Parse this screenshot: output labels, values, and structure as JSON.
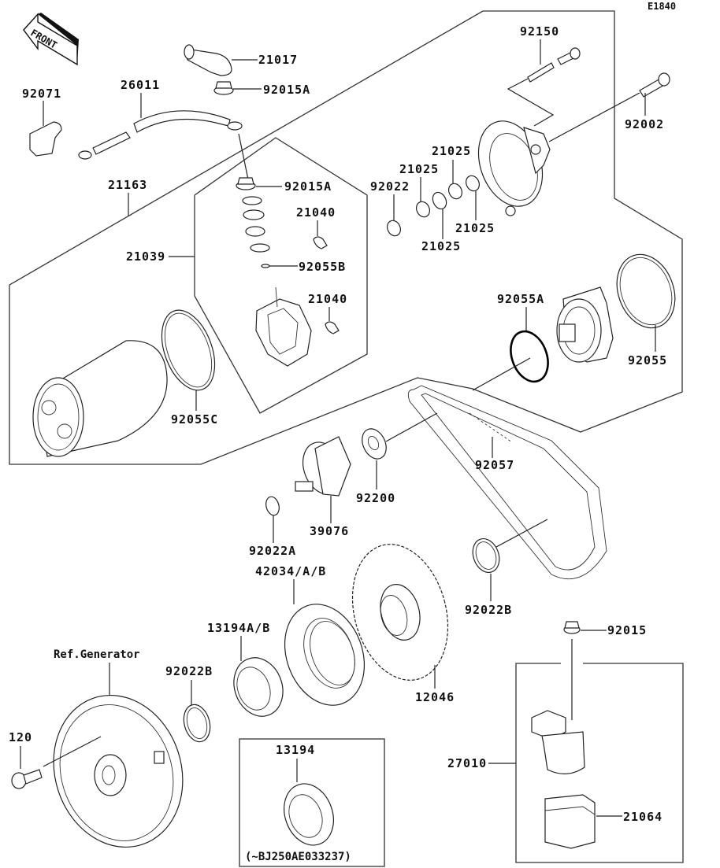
{
  "diagram": {
    "code": "E1840",
    "front_label": "FRONT",
    "parts": {
      "p21017": "21017",
      "p92015A_top": "92015A",
      "p92071": "92071",
      "p26011": "26011",
      "p21163": "21163",
      "p92015A_mid": "92015A",
      "p21039": "21039",
      "p21040_a": "21040",
      "p92055B": "92055B",
      "p21040_b": "21040",
      "p92055C": "92055C",
      "p92150": "92150",
      "p92002": "92002",
      "p92022": "92022",
      "p21025_a": "21025",
      "p21025_b": "21025",
      "p21025_c": "21025",
      "p21025_d": "21025",
      "p92055A": "92055A",
      "p92055": "92055",
      "p92057": "92057",
      "p92200": "92200",
      "p39076": "39076",
      "p92022A": "92022A",
      "p42034": "42034/A/B",
      "p92022B_right": "92022B",
      "p13194AB": "13194A/B",
      "p12046": "12046",
      "p92015": "92015",
      "p27010": "27010",
      "p21064": "21064",
      "ref_generator": "Ref.Generator",
      "p92022B_left": "92022B",
      "p120": "120",
      "p13194": "13194",
      "serial_note": "(~BJ250AE033237)"
    }
  }
}
